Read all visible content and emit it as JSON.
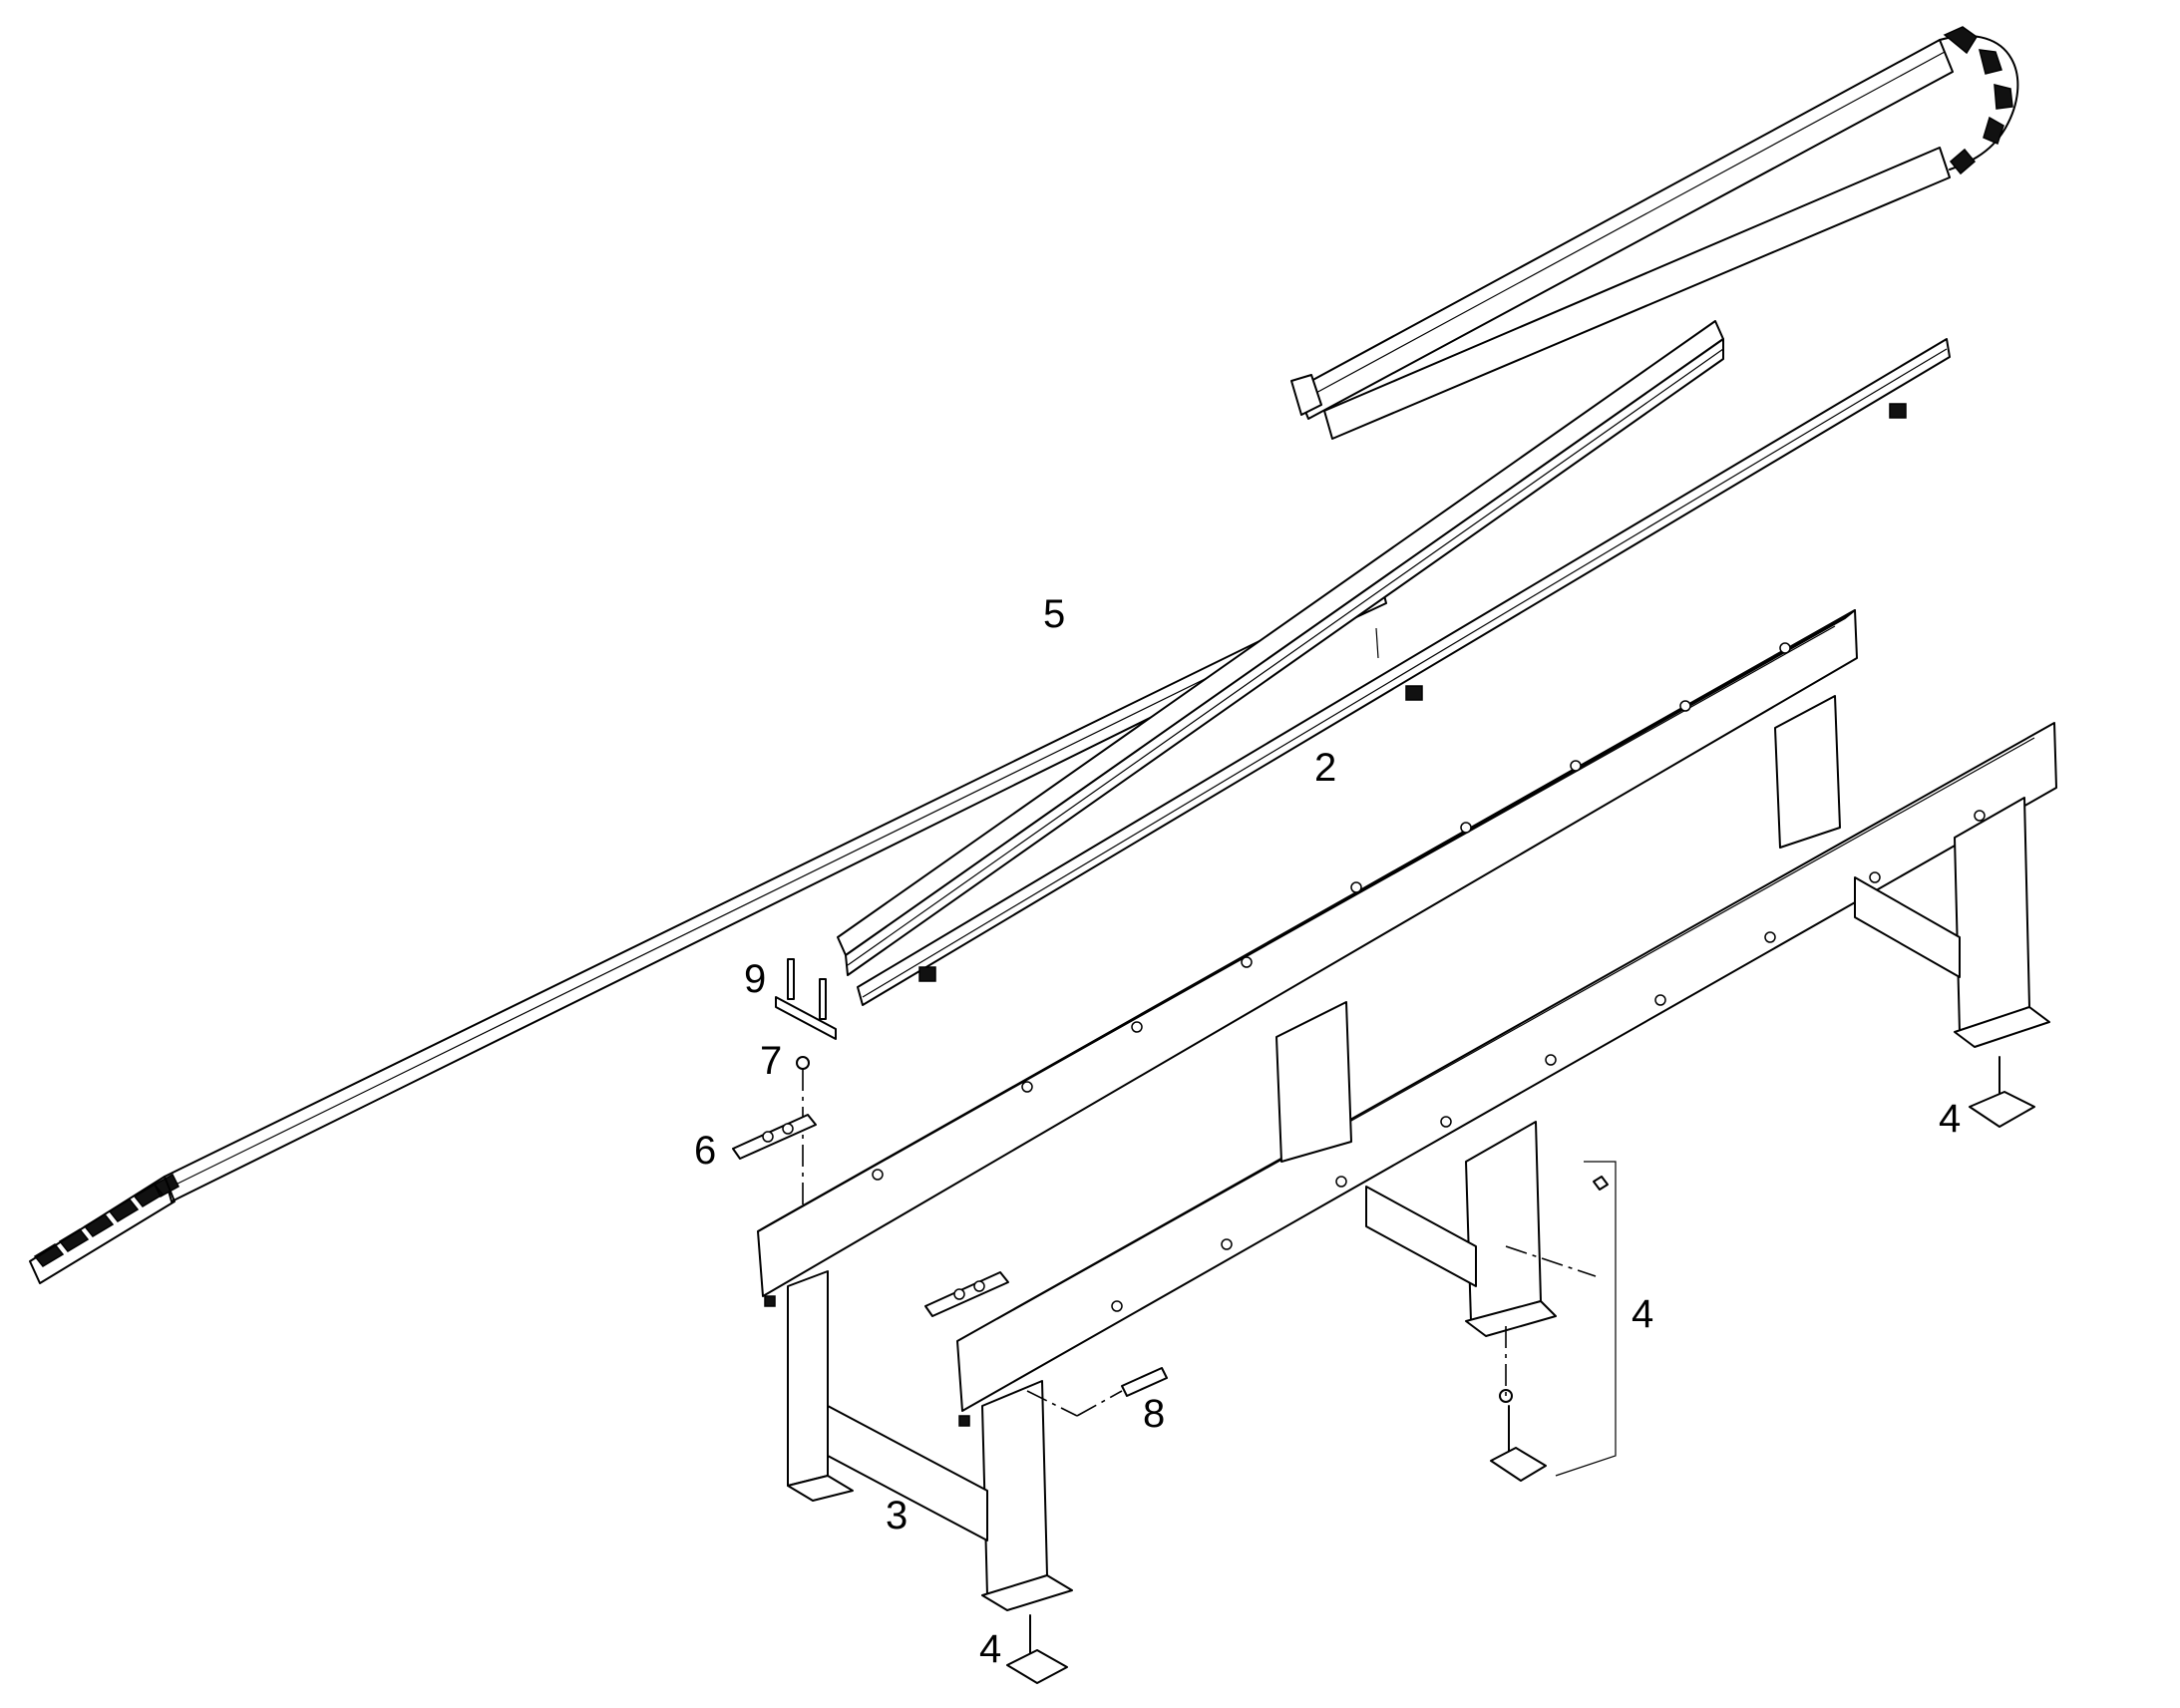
{
  "diagram": {
    "callouts": [
      {
        "id": "c5",
        "text": "5"
      },
      {
        "id": "c2",
        "text": "2"
      },
      {
        "id": "c9",
        "text": "9"
      },
      {
        "id": "c7",
        "text": "7"
      },
      {
        "id": "c6",
        "text": "6"
      },
      {
        "id": "c4a",
        "text": "4"
      },
      {
        "id": "c4b",
        "text": "4"
      },
      {
        "id": "c8",
        "text": "8"
      },
      {
        "id": "c3",
        "text": "3"
      },
      {
        "id": "c4c",
        "text": "4"
      }
    ]
  }
}
